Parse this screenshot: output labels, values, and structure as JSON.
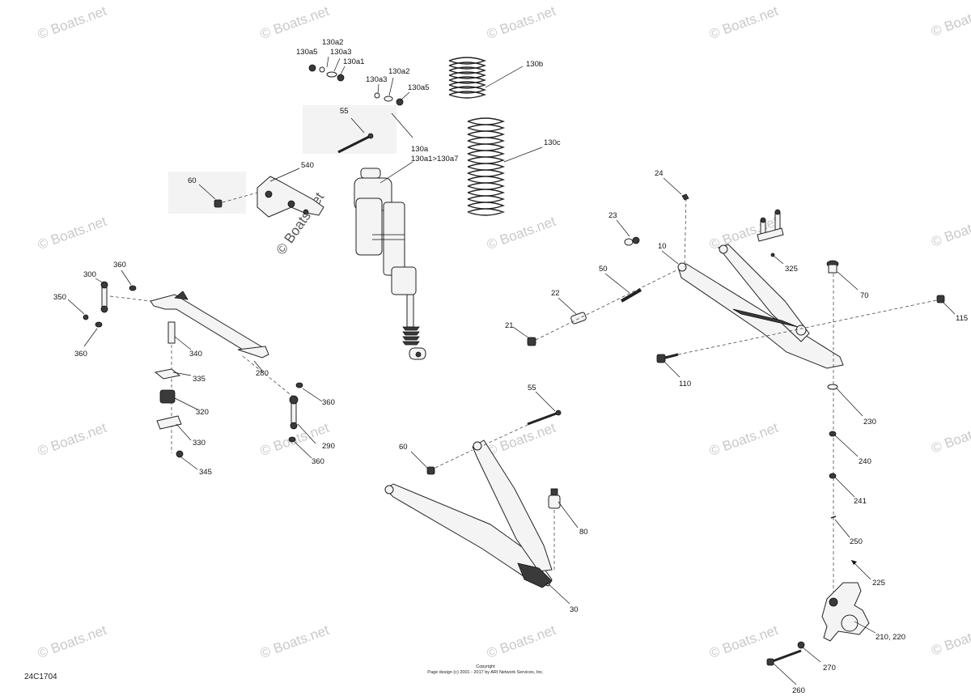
{
  "watermark": "© Boats.net",
  "diagram_code": "24C1704",
  "footer": {
    "copyright": "Copyright",
    "page_design": "Page design (c) 2001 - 2017 by ARI Network Services, Inc."
  },
  "labels": {
    "l130a5_top": "130a5",
    "l130a2_top": "130a2",
    "l130a3_top": "130a3",
    "l130a1": "130a1",
    "l130a3_mid": "130a3",
    "l130a2_mid": "130a2",
    "l130a5_mid": "130a5",
    "l130b": "130b",
    "l130c": "130c",
    "l130a": "130a",
    "l130a_range": "130a1>130a7",
    "l55_top": "55",
    "l540": "540",
    "l60_top": "60",
    "l24": "24",
    "l23": "23",
    "l10": "10",
    "l325": "325",
    "l70": "70",
    "l50": "50",
    "l22": "22",
    "l21": "21",
    "l115": "115",
    "l110": "110",
    "l360_a": "360",
    "l300": "300",
    "l350": "350",
    "l360_b": "360",
    "l340": "340",
    "l335": "335",
    "l280": "280",
    "l320": "320",
    "l360_c": "360",
    "l330": "330",
    "l290": "290",
    "l360_d": "360",
    "l345": "345",
    "l55_bot": "55",
    "l60_bot": "60",
    "l80": "80",
    "l30": "30",
    "l230": "230",
    "l240": "240",
    "l241": "241",
    "l250": "250",
    "l225": "225",
    "l210_220": "210, 220",
    "l270": "270",
    "l260": "260"
  }
}
